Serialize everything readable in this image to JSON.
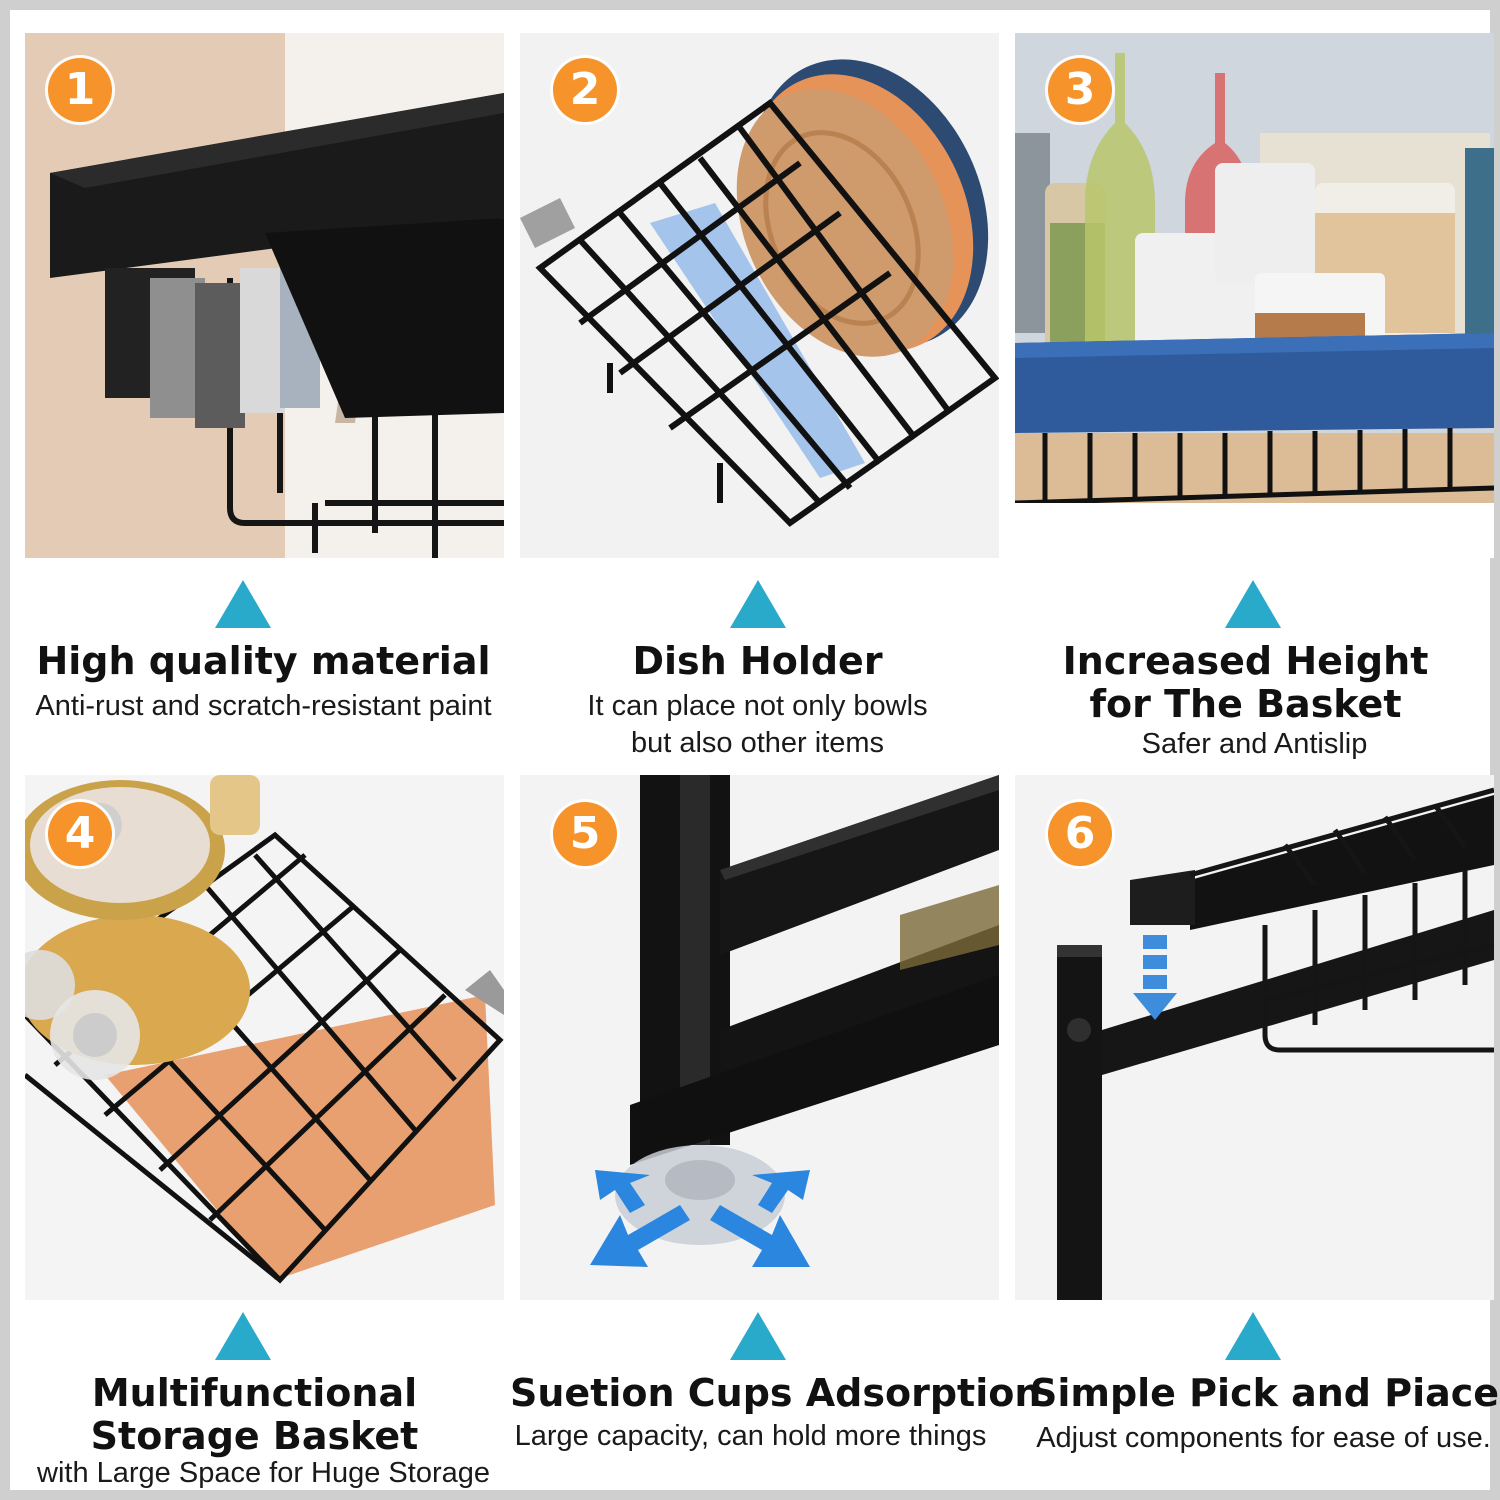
{
  "accent": {
    "badge": "#f6932a",
    "triangle": "#2aaacb"
  },
  "features": [
    {
      "number": "1",
      "title": "High quality material",
      "subtitle": "Anti-rust and scratch-resistant paint"
    },
    {
      "number": "2",
      "title": "Dish Holder",
      "subtitle": "It can place not only bowls\nbut also other items"
    },
    {
      "number": "3",
      "title": "Increased Height\nfor The Basket",
      "subtitle": "Safer and Antislip"
    },
    {
      "number": "4",
      "title": "Multifunctional\nStorage Basket",
      "subtitle": "with Large Space for Huge Storage"
    },
    {
      "number": "5",
      "title": "Suetion Cups Adsorption",
      "subtitle": "Large capacity, can hold more things"
    },
    {
      "number": "6",
      "title": "Simple Pick and Piace",
      "subtitle": "Adjust components for ease of use."
    }
  ]
}
